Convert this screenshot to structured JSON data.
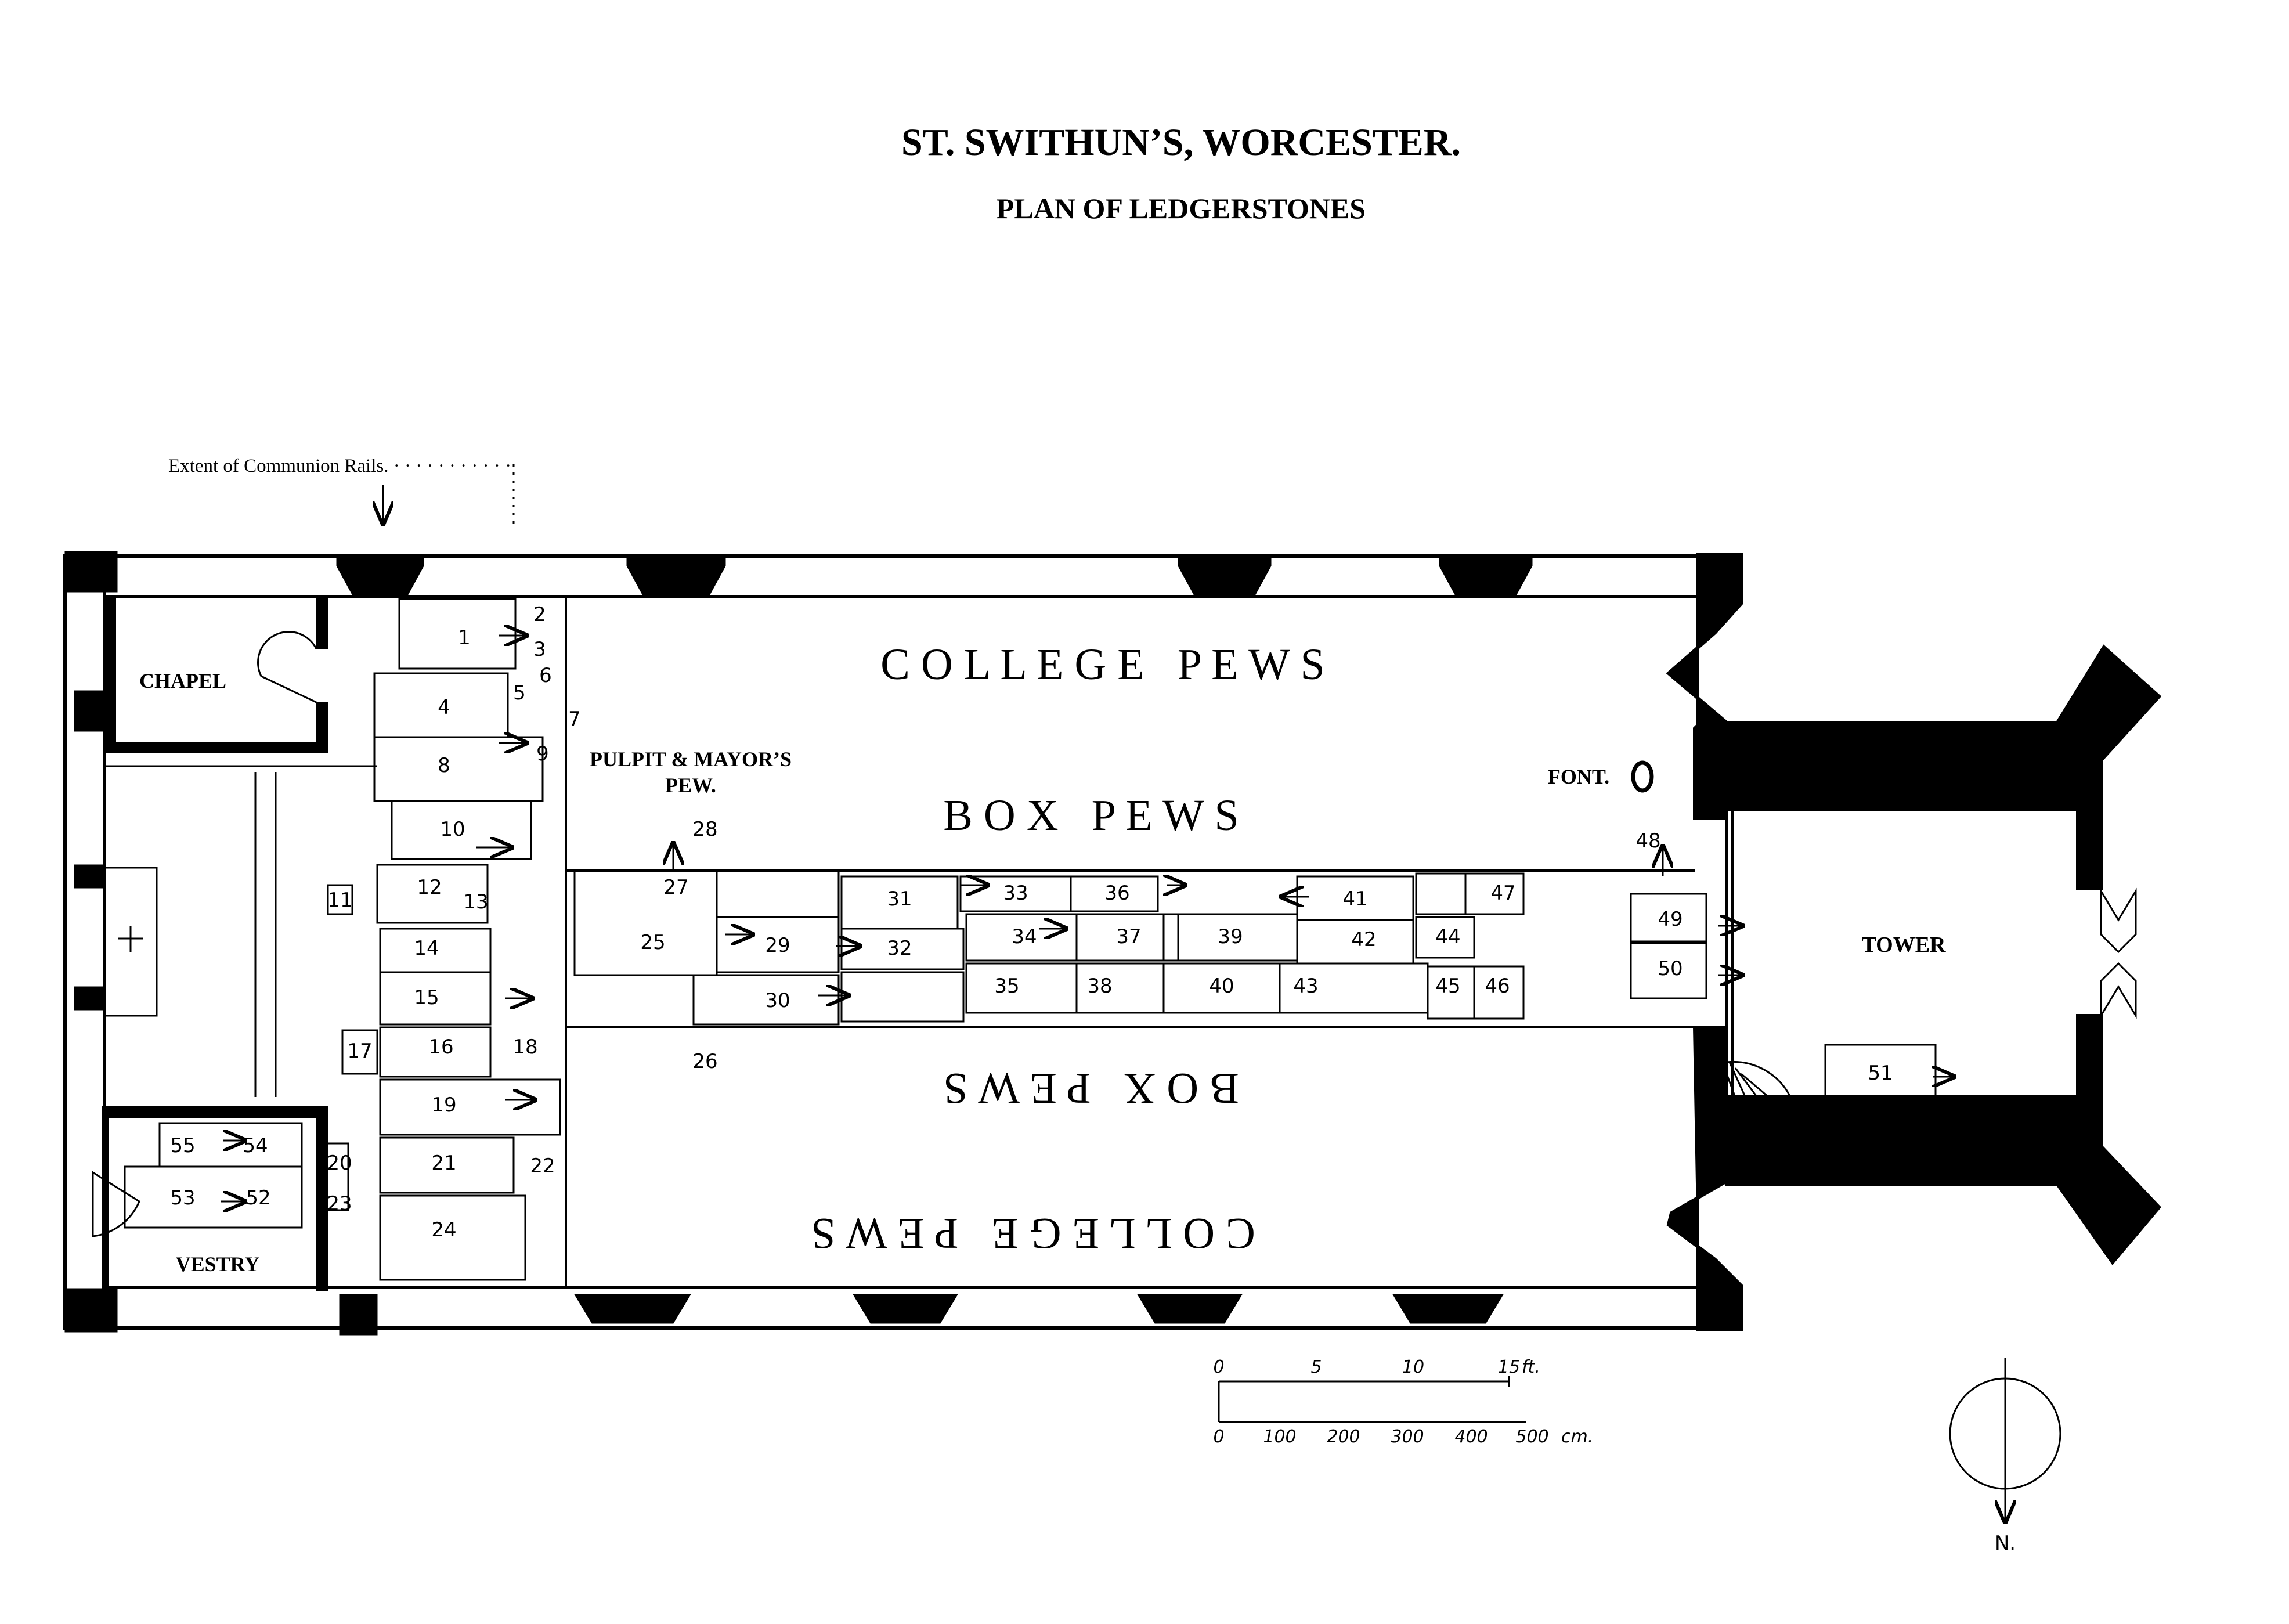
{
  "header": {
    "title": "ST. SWITHUN’S, WORCESTER.",
    "subtitle": "PLAN OF LEDGERSTONES"
  },
  "notes": {
    "communion_rails": "Extent of Communion Rails."
  },
  "labels": {
    "chapel": "CHAPEL",
    "vestry": "VESTRY",
    "tower": "TOWER",
    "font": "FONT.",
    "pulpit_line1": "PULPIT & MAYOR’S",
    "pulpit_line2": "PEW.",
    "college_pews_top": "C O L L E G E   P E W S",
    "box_pews_top": "B O X   P E W S",
    "box_pews_bottom": "B O X   P E W S",
    "college_pews_bottom": "C O L L E G E   P E W S"
  },
  "ledgerstones": [
    "1",
    "2",
    "3",
    "4",
    "5",
    "6",
    "7",
    "8",
    "9",
    "10",
    "11",
    "12",
    "13",
    "14",
    "15",
    "16",
    "17",
    "18",
    "19",
    "20",
    "21",
    "22",
    "23",
    "24",
    "25",
    "26",
    "27",
    "28",
    "29",
    "30",
    "31",
    "32",
    "33",
    "34",
    "35",
    "36",
    "37",
    "38",
    "39",
    "40",
    "41",
    "42",
    "43",
    "44",
    "45",
    "46",
    "47",
    "48",
    "49",
    "50",
    "51",
    "52",
    "53",
    "54",
    "55"
  ],
  "scale": {
    "feet_ticks": [
      "0",
      "5",
      "10",
      "15"
    ],
    "feet_unit": "ft.",
    "cm_ticks": [
      "0",
      "100",
      "200",
      "300",
      "400",
      "500"
    ],
    "cm_unit": "cm."
  },
  "north": {
    "label": "N."
  }
}
